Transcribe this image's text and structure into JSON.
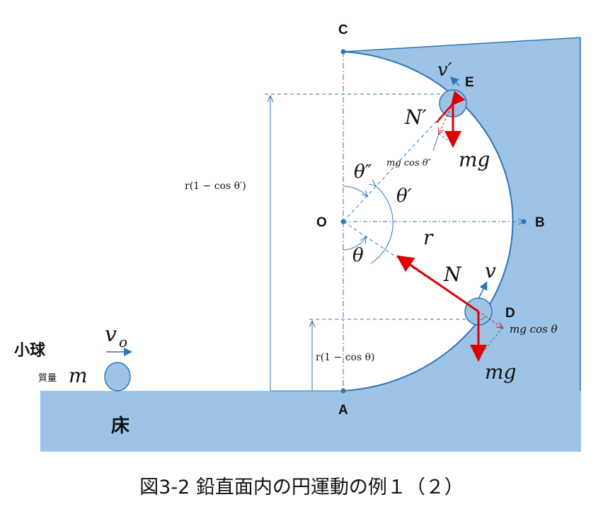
{
  "colors": {
    "fill": "#9dc3e6",
    "stroke": "#2e75b6",
    "force": "#e00000",
    "text": "#111111"
  },
  "points": {
    "A": "A",
    "B": "B",
    "C": "C",
    "D": "D",
    "E": "E",
    "O": "O"
  },
  "labels": {
    "radius": "r",
    "theta": "θ",
    "theta_prime": "θ′",
    "theta_double_prime": "θ″",
    "v": "v",
    "v_prime": "v′",
    "N": "N",
    "N_prime": "N′",
    "mg_D": "mg",
    "mg_E": "mg",
    "mg_cos_theta": "mg cos θ",
    "mg_cos_theta_dp": "mg cos θ″",
    "height_D": "r(1 − cos θ)",
    "height_E": "r(1 − cos θ′)",
    "ball_name": "小球",
    "mass_label": "質量",
    "mass_symbol": "m",
    "v0": "v",
    "v0_sub": "o",
    "floor": "床"
  },
  "caption": "図3-2 鉛直面内の円運動の例１（２）"
}
